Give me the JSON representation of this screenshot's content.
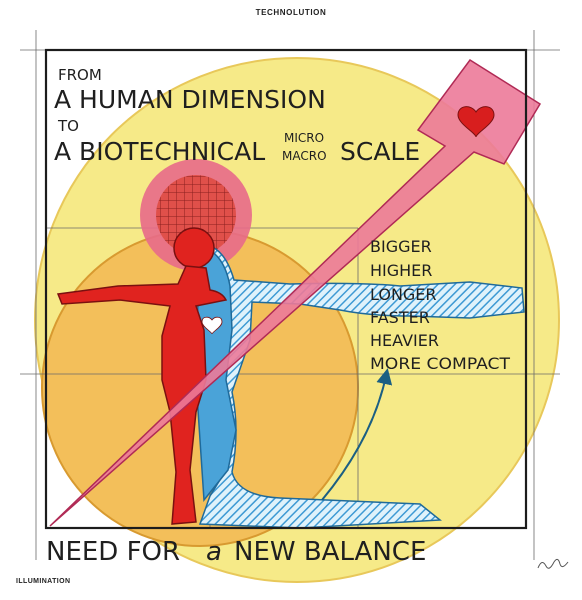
{
  "header_title": "TECHNOLUTION",
  "footer_label": "ILLUMINATION",
  "heading": {
    "line1": "FROM",
    "line2": "A HUMAN DIMENSION",
    "line3": "TO",
    "line4a": "A BIOTECHNICAL",
    "micro": "MICRO",
    "macro": "MACRO",
    "line4b": "SCALE"
  },
  "attributes": [
    "BIGGER",
    "HIGHER",
    "LONGER",
    "FASTER",
    "HEAVIER",
    "MORE COMPACT"
  ],
  "bottom_caption": {
    "part1": "NEED FOR",
    "part2": "a",
    "part3": "NEW BALANCE"
  },
  "icons": [
    "heart-icon",
    "arrow-icon",
    "human-figure",
    "halo-grid"
  ],
  "colors": {
    "big_circle": "#f6ea88",
    "orange_circle": "#f3bf5a",
    "halo": "#e86a8a",
    "red_figure": "#e0231f",
    "blue_figure": "#4aa3d8",
    "arrow_pink": "#ec7a99",
    "heart": "#d81e1e",
    "frame": "#1c1c1c"
  }
}
